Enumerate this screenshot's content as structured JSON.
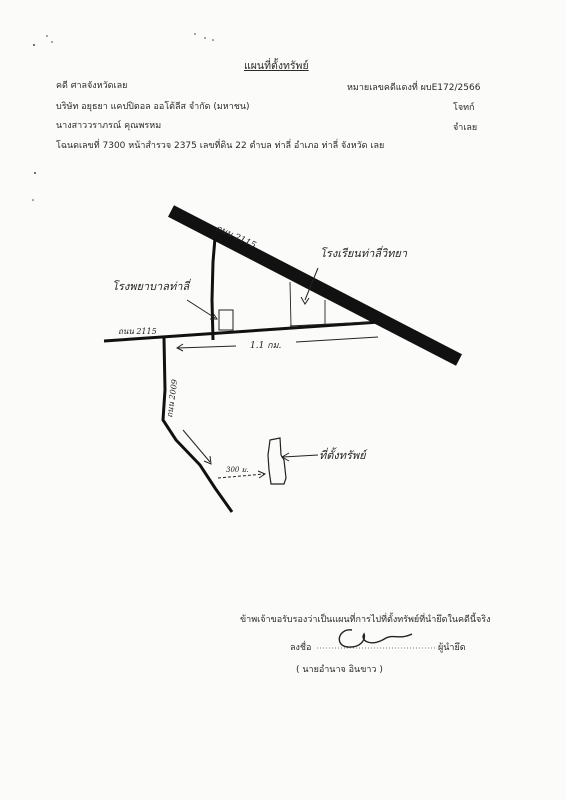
{
  "header": {
    "title": "แผนที่ตั้งทรัพย์",
    "court": "คดี ศาลจังหวัดเลย",
    "case_number": "หมายเลขคดีแดงที่ ผบE172/2566",
    "plaintiff_name": "บริษัท อยุธยา แคปปิตอล ออโต้ลีส จำกัด (มหาชน)",
    "plaintiff_label": "โจทก์",
    "defendant_name": "นางสาววราภรณ์ คุณพรหม",
    "defendant_label": "จำเลย",
    "deed_info": "โฉนดเลขที่ 7300 หน้าสำรวจ 2375 เลขที่ดิน 22 ตำบล ท่าลี่ อำเภอ ท่าลี่ จังหวัด เลย"
  },
  "map_labels": {
    "road_diag": "ถนน 2115",
    "road_horiz": "ถนน 2115",
    "road_vert": "ถนน 2009",
    "school": "โรงเรียนท่าลี่วิทยา",
    "hospital": "โรงพยาบาลท่าลี่",
    "dist_1": "1.1 กม.",
    "dist_2": "300 ม.",
    "property": "ที่ตั้งทรัพย์"
  },
  "footer": {
    "certify": "ข้าพเจ้าขอรับรองว่าเป็นแผนที่การไปที่ตั้งทรัพย์ที่นำยึดในคดีนี้จริง",
    "sign_prefix": "ลงชื่อ",
    "sign_role": "ผู้นำยึด",
    "signer_name": "(     นายอำนาจ อินขาว )"
  }
}
